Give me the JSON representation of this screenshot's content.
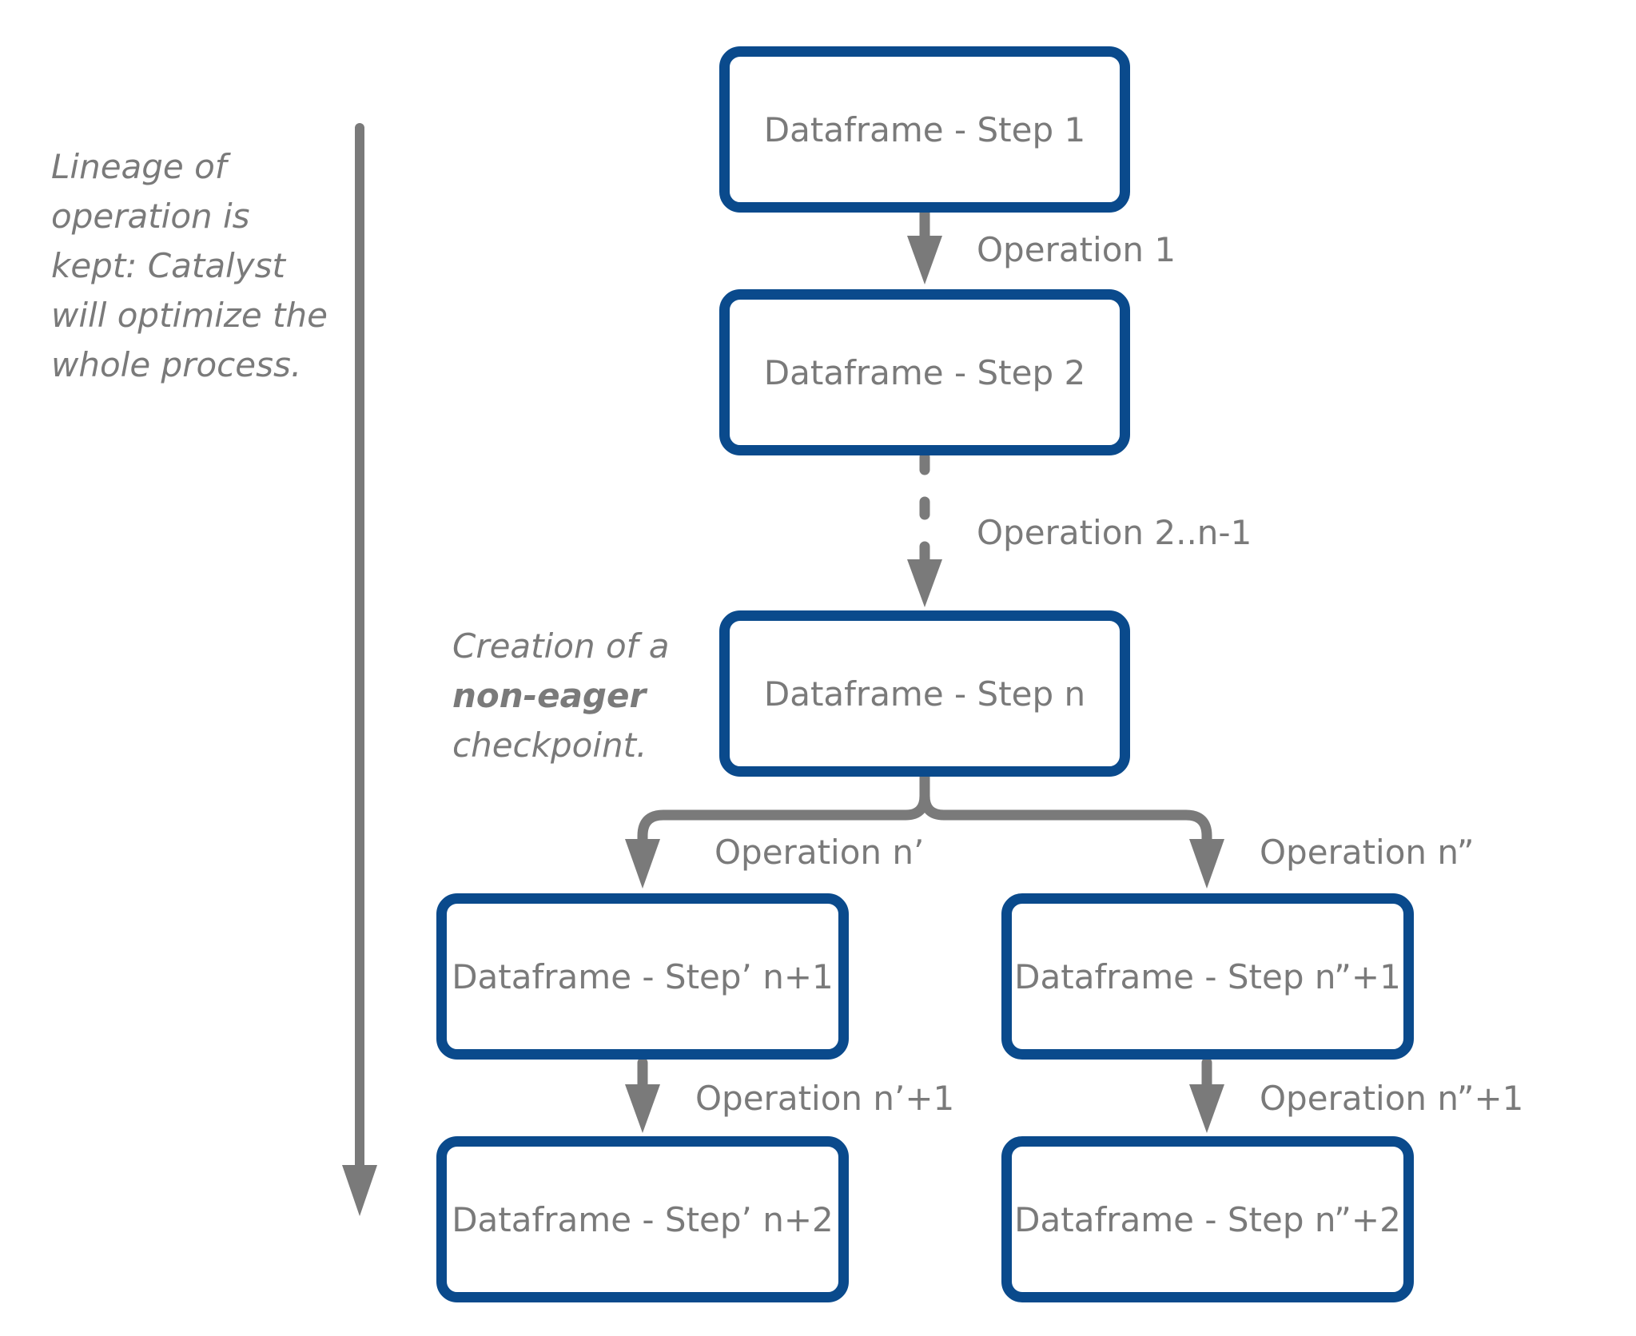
{
  "colors": {
    "node_border": "#0a4a8c",
    "connector": "#7a7a7a",
    "text": "#7a7a7a"
  },
  "nodes": {
    "step1": "Dataframe - Step 1",
    "step2": "Dataframe - Step 2",
    "stepn": "Dataframe - Step n",
    "step_prime_n1": "Dataframe - Step’ n+1",
    "step_dprime_n1": "Dataframe - Step n”+1",
    "step_prime_n2": "Dataframe - Step’ n+2",
    "step_dprime_n2": "Dataframe - Step n”+2"
  },
  "edges": {
    "op1": "Operation 1",
    "op2": "Operation 2..n-1",
    "op_n_prime": "Operation n’",
    "op_n_dprime": "Operation n”",
    "op_n_prime_1": "Operation n’+1",
    "op_n_dprime_1": "Operation n”+1"
  },
  "notes": {
    "lineage": [
      "Lineage of",
      "operation is",
      "kept: Catalyst",
      "will optimize the",
      "whole process."
    ],
    "checkpoint_line1": "Creation of a",
    "checkpoint_bold": "non-eager",
    "checkpoint_line3": "checkpoint."
  }
}
